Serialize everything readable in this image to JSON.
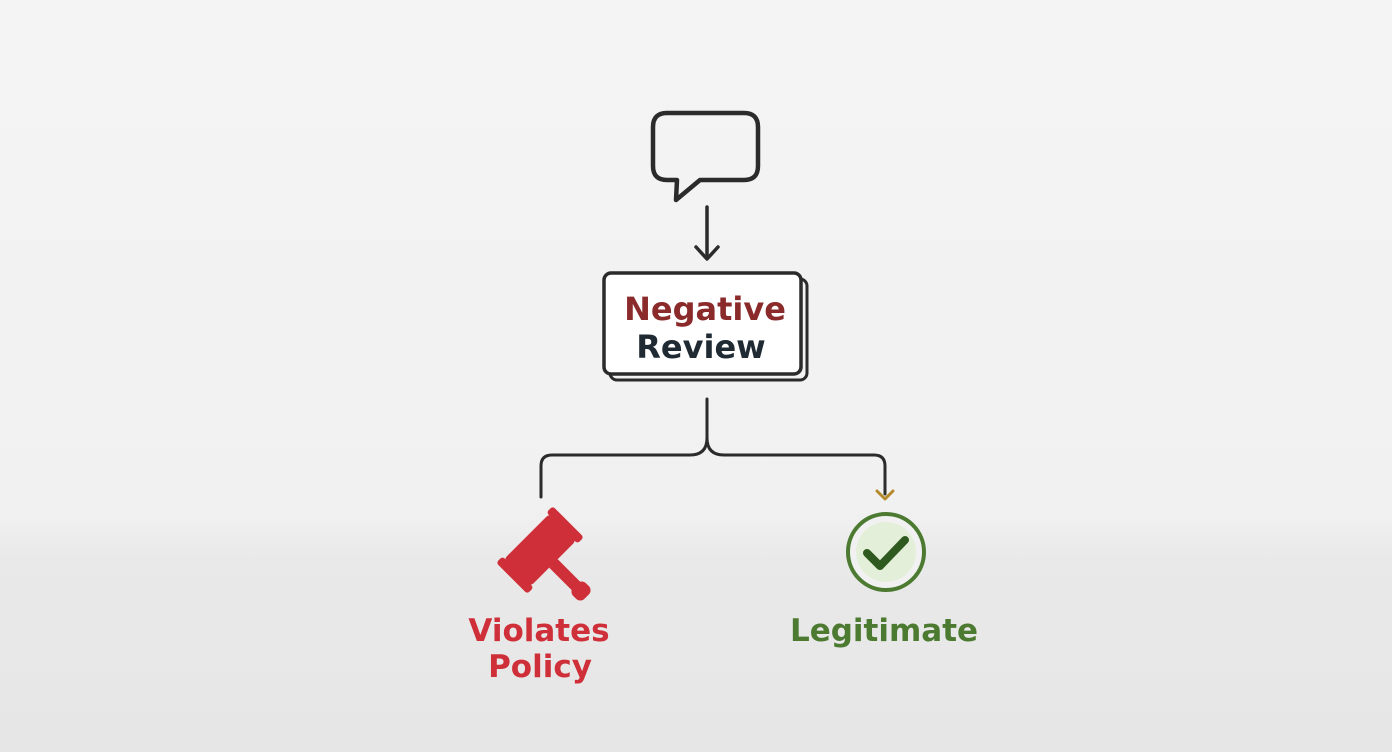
{
  "diagram": {
    "source_icon": "speech-bubble-icon",
    "node": {
      "line1": "Negative",
      "line2": "Review"
    },
    "outcomes": [
      {
        "icon": "gavel-icon",
        "line1": "Violates",
        "line2": "Policy"
      },
      {
        "icon": "check-circle-icon",
        "line1": "Legitimate"
      }
    ]
  },
  "colors": {
    "line": "#2b2b2b",
    "negative_text": "#8b2a2a",
    "review_text": "#1f2a33",
    "violates": "#cf2f38",
    "legitimate": "#4b7a30",
    "legitimate_arrow": "#b58a2e"
  }
}
